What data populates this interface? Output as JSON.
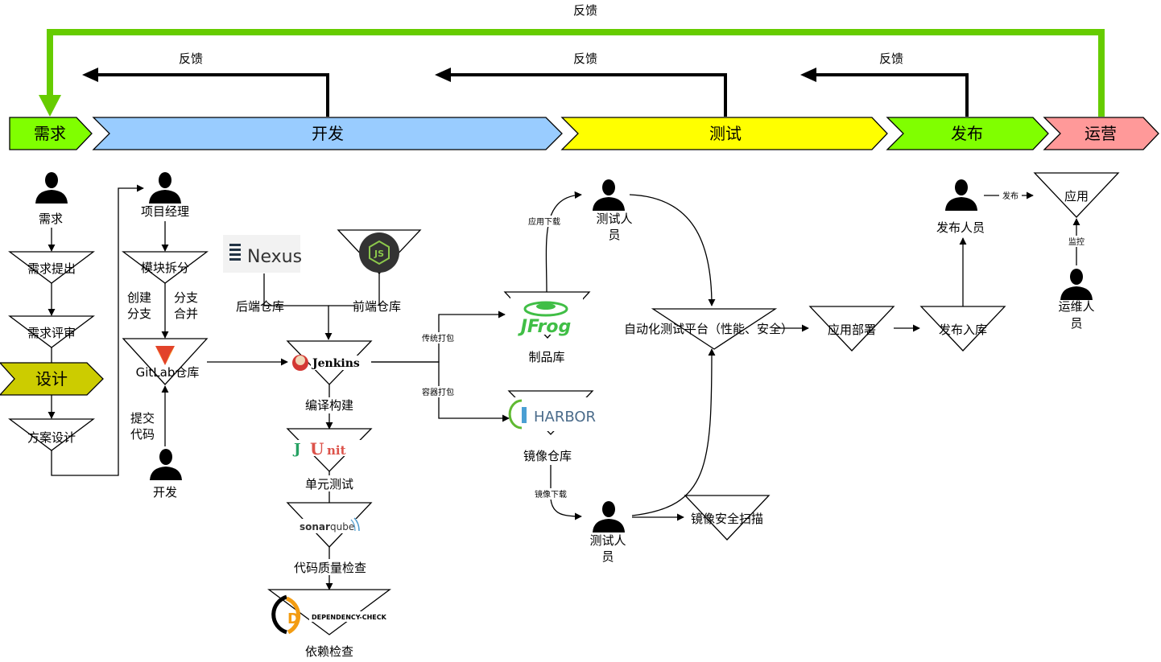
{
  "feedback": {
    "top": "反馈",
    "dev": "反馈",
    "test": "反馈",
    "release": "反馈"
  },
  "phases": {
    "demand": "需求",
    "develop": "开发",
    "test": "测试",
    "release": "发布",
    "operate": "运营",
    "design": "设计"
  },
  "colors": {
    "demand": "#80ff00",
    "develop": "#99ccff",
    "test": "#ffff00",
    "release": "#80ff00",
    "operate": "#ff9999",
    "design": "#cccc00",
    "feedback_green": "#66cc00"
  },
  "nodes": {
    "demand_person": "需求",
    "demand_raise": "需求提出",
    "demand_review": "需求评审",
    "plan_design": "方案设计",
    "pm_person": "项目经理",
    "module_split": "模块拆分",
    "create_branch": "创建分支",
    "merge_branch": "分支合并",
    "gitlab_repo": "GitLab仓库",
    "gitlab_icon": "GitLab",
    "commit_code": "提交代码",
    "dev_person": "开发",
    "nexus_logo": "Nexus",
    "backend_repo": "后端仓库",
    "nodejs_logo": "JS",
    "frontend_repo": "前端仓库",
    "jenkins": "Jenkins",
    "compile_build": "编译构建",
    "junit_j": "J",
    "junit_u": "U",
    "junit_nit": "nit",
    "unit_test": "单元测试",
    "sonar_a": "sonar",
    "sonar_b": "qube",
    "code_quality": "代码质量检查",
    "depcheck_logo": "DEPENDENCY-CHECK",
    "dependency_check": "依赖检查",
    "traditional_pack": "传统打包",
    "container_pack": "容器打包",
    "jfrog_logo": "JFrog",
    "artifact_repo": "制品库",
    "harbor_logo": "HARBOR",
    "image_repo": "镜像仓库",
    "app_download": "应用下载",
    "tester_top": "测试人员",
    "image_download": "镜像下载",
    "tester_bottom": "测试人员",
    "image_scan": "镜像安全扫描",
    "auto_test_platform": "自动化测试平台（性能、安全）",
    "app_deploy": "应用部署",
    "release_store": "发布入库",
    "release_person": "发布人员",
    "release_edge": "发布",
    "app": "应用",
    "monitor_edge": "监控",
    "ops_person": "运维人员"
  }
}
